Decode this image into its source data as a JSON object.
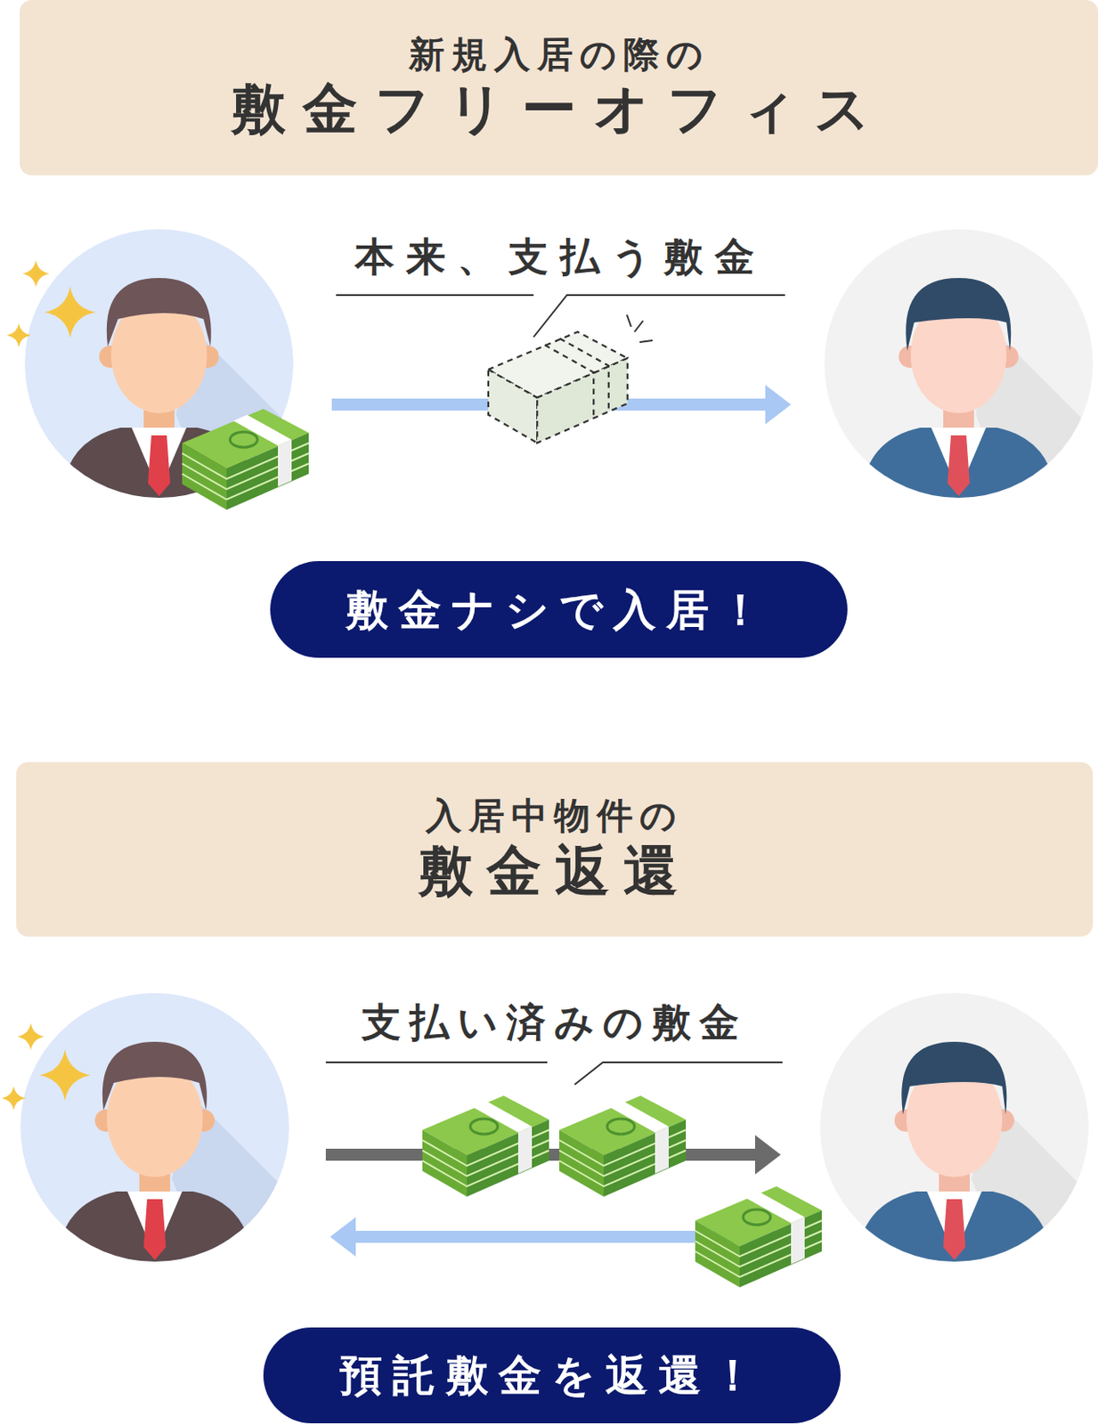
{
  "diagram": {
    "nodes": [
      {
        "text": [
          "新規入居の際の",
          "敷金フリーオフィス"
        ]
      },
      {
        "text": [
          "敷金ナシで入居！"
        ]
      },
      {
        "text": [
          "入居中物件の",
          "敷金返還"
        ]
      },
      {
        "text": [
          "預託敷金を返還！"
        ]
      }
    ],
    "labels": [
      "本来、支払う敷金",
      "支払い済みの敷金"
    ]
  }
}
